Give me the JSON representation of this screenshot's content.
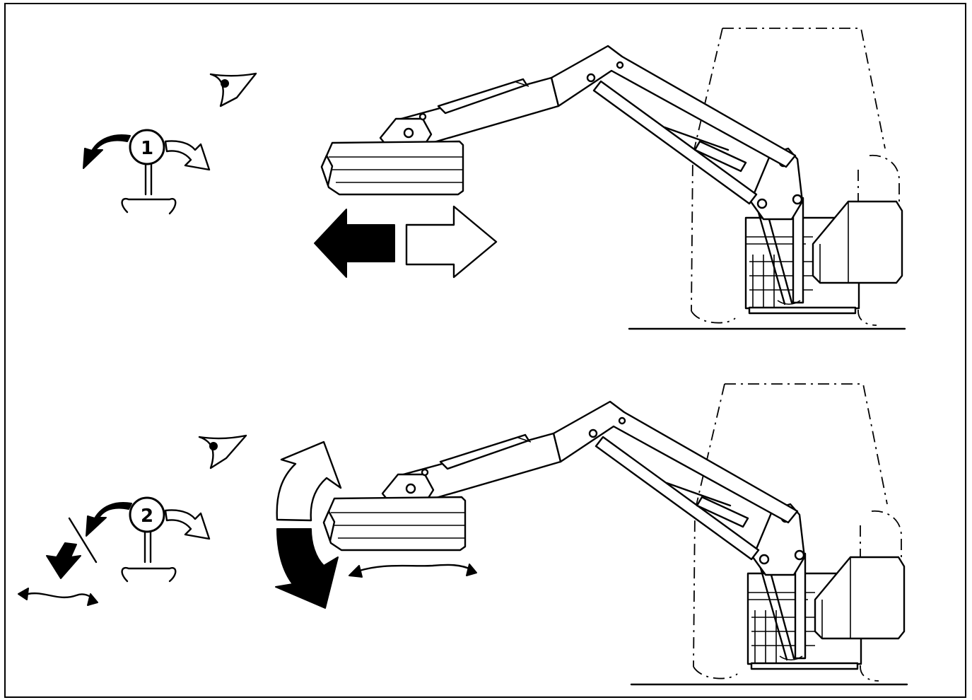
{
  "panels": [
    {
      "id": "top",
      "lever_number": "1"
    },
    {
      "id": "bottom",
      "lever_number": "2"
    }
  ],
  "colors": {
    "ink": "#000000",
    "paper": "#ffffff"
  },
  "icons": [
    "eye-icon",
    "lever-icon",
    "arrow-left-icon",
    "arrow-right-icon",
    "arrow-up-curved-icon",
    "arrow-down-curved-icon",
    "float-wave-icon"
  ]
}
